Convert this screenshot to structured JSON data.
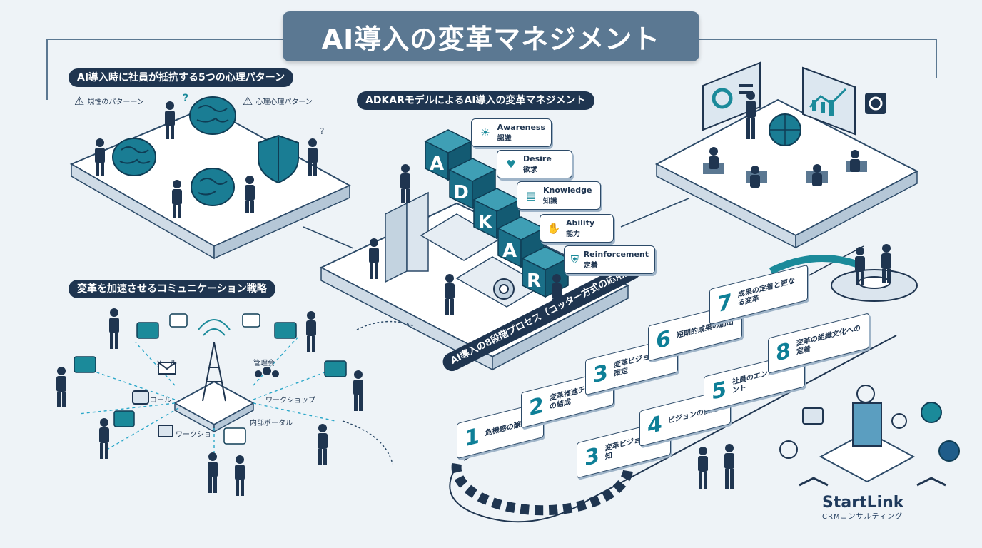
{
  "title": "AI導入の変革マネジメント",
  "sections": {
    "psychology": {
      "heading": "AI導入時に社員が抵抗する5つの心理パターン",
      "tag_left": "規性のパターーン",
      "tag_right": "心理心理パターン"
    },
    "adkar": {
      "heading": "ADKARモデルによるAI導入の変革マネジメント",
      "letters": [
        "A",
        "D",
        "K",
        "A",
        "R"
      ],
      "cards": [
        {
          "en": "Awareness",
          "jp": "認識",
          "icon": "lightbulb-icon"
        },
        {
          "en": "Desire",
          "jp": "欲求",
          "icon": "heart-check-icon"
        },
        {
          "en": "Knowledge",
          "jp": "知識",
          "icon": "book-icon"
        },
        {
          "en": "Ability",
          "jp": "能力",
          "icon": "hand-coin-icon"
        },
        {
          "en": "Reinforcement",
          "jp": "定着",
          "icon": "shield-icon"
        }
      ]
    },
    "communication": {
      "heading": "変革を加速させるコミュニケーション戦略",
      "channels": [
        "メール",
        "コール",
        "ワークショ",
        "ワークショップ",
        "内部ポータル",
        "管理会"
      ]
    },
    "kotter": {
      "heading": "AI導入の8段階プロセス（コッター方式の応用）",
      "steps": [
        {
          "num": "1",
          "text": "危機感の醸成"
        },
        {
          "num": "2",
          "text": "変革推進チームの結成"
        },
        {
          "num": "3",
          "text": "変革ビジョンの策定"
        },
        {
          "num": "3",
          "text": "変革ビジョンの周知"
        },
        {
          "num": "4",
          "text": "ビジョンの伝達"
        },
        {
          "num": "5",
          "text": "社員のエンパワーメント"
        },
        {
          "num": "6",
          "text": "短期的成果の創出"
        },
        {
          "num": "7",
          "text": "成果の定着と更なる変革"
        },
        {
          "num": "8",
          "text": "変革の組織文化への定着"
        }
      ]
    }
  },
  "logo": {
    "name": "StartLink",
    "sub": "CRMコンサルティング"
  },
  "colors": {
    "title_bg": "#5b7892",
    "navy": "#1f3550",
    "teal": "#1b8a9a",
    "cyan": "#2aa7c9"
  }
}
